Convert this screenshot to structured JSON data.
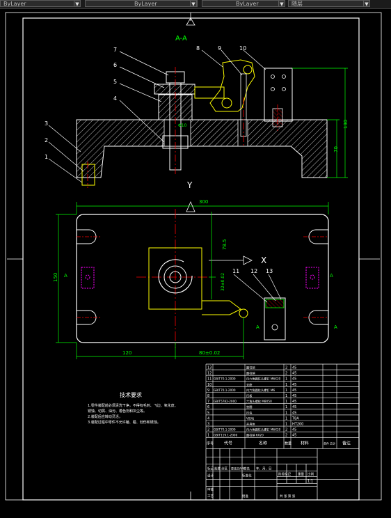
{
  "toolbar": {
    "layer_a": "ByLayer",
    "layer_b": "ByLayer",
    "style_c": "随层"
  },
  "drawing": {
    "section_label": "A-A",
    "view_y_label": "Y",
    "view_x_label": "X",
    "section_mark_left": "A",
    "section_mark_right": "A",
    "section_mark_bottom_left": "A",
    "section_mark_bottom_right": "A",
    "callouts": [
      "1",
      "2",
      "3",
      "4",
      "5",
      "6",
      "7",
      "8",
      "9",
      "10",
      "11",
      "12",
      "13"
    ],
    "dims": {
      "height_total": "130",
      "height_70": "70",
      "width_300": "300",
      "dim_78_5": "78.5",
      "dim_120_left": "120",
      "dim_80": "80±0.02",
      "dim_32": "32±0.02",
      "dim_150": "150",
      "dim_small": "Φ10"
    }
  },
  "notes": {
    "title": "技术要求",
    "lines": [
      "1.零件装配前必须清洗干净，不得有毛刺、飞边、氧化皮、",
      "锈蚀、切屑、油污、着色剂和灰尘等。",
      "2.装配后应转动灵活，",
      "3.装配过程中零件不允许磕、碰、划伤和锈蚀。"
    ]
  },
  "bom": {
    "rows": [
      [
        "13",
        "",
        "圆柱销",
        "2",
        "45",
        ""
      ],
      [
        "12",
        "",
        "圆柱销",
        "2",
        "45",
        ""
      ],
      [
        "11",
        "GB/T70.1-2000",
        "内六角圆柱头螺钉 M6X20",
        "1",
        "45",
        ""
      ],
      [
        "10",
        "",
        "支座",
        "1",
        "45",
        ""
      ],
      [
        "9",
        "GB/T70.1-2000",
        "内六角圆柱头螺钉 M6",
        "1",
        "45",
        ""
      ],
      [
        "8",
        "",
        "压板",
        "1",
        "45",
        ""
      ],
      [
        "7",
        "GB/T5782-2000",
        "六角头螺栓 M8X50",
        "1",
        "45",
        ""
      ],
      [
        "6",
        "",
        "垫圈",
        "1",
        "45",
        ""
      ],
      [
        "5",
        "",
        "压块",
        "1",
        "45",
        ""
      ],
      [
        "4",
        "",
        "V形块",
        "1",
        "T8A",
        ""
      ],
      [
        "3",
        "",
        "夹具体",
        "1",
        "HT200",
        ""
      ],
      [
        "2",
        "GB/T70.1-2000",
        "内六角圆柱头螺钉 M6X20",
        "2",
        "45",
        ""
      ],
      [
        "1",
        "GB/T119.1-2000",
        "圆柱销 6X20",
        "2",
        "45",
        ""
      ]
    ],
    "header": [
      "序号",
      "代号",
      "名称",
      "数量",
      "材料",
      "单件 总计",
      "备注"
    ],
    "title_block": {
      "cells": [
        "标记",
        "处数",
        "分区",
        "更改文件号",
        "签名",
        "年、月、日"
      ],
      "design": "设计",
      "std": "标准化",
      "stage": "阶段标记",
      "weight": "重量",
      "scale": "比例",
      "scale_val": "1:1",
      "review": "审核",
      "craft": "工艺",
      "approve": "批准",
      "sheet": "共 张 第 张"
    }
  },
  "colors": {
    "background": "#000000",
    "line": "#ffffff",
    "hatch": "#ffffff",
    "part_yellow": "#ffff00",
    "dim_green": "#00ff00",
    "center_red": "#ff0000",
    "hole_magenta": "#ff00ff",
    "frame": "#ffffff"
  }
}
